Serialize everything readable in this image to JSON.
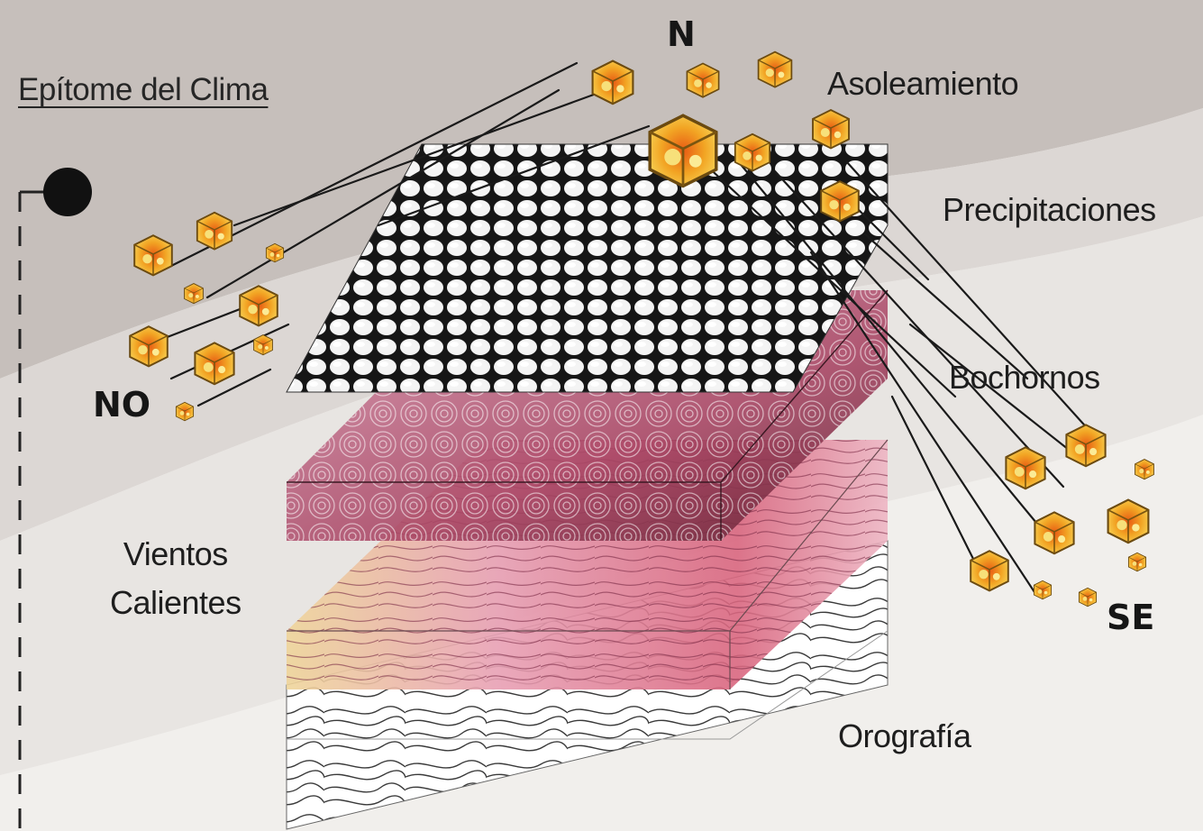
{
  "title": "Epítome del Clima",
  "directions": {
    "north": "N",
    "northwest": "NO",
    "southeast": "SE"
  },
  "layers": {
    "sun": "Asoleamiento",
    "rain": "Precipitaciones",
    "heat": "Bochornos",
    "wind": "Vientos\nCalientes",
    "relief": "Orografía"
  },
  "colors": {
    "cube_fill": "#f2a524",
    "cube_core": "#e8661c",
    "heat_layer": "#a83a5a",
    "wind_layer": "#e58aa0",
    "marker": "#111111"
  }
}
